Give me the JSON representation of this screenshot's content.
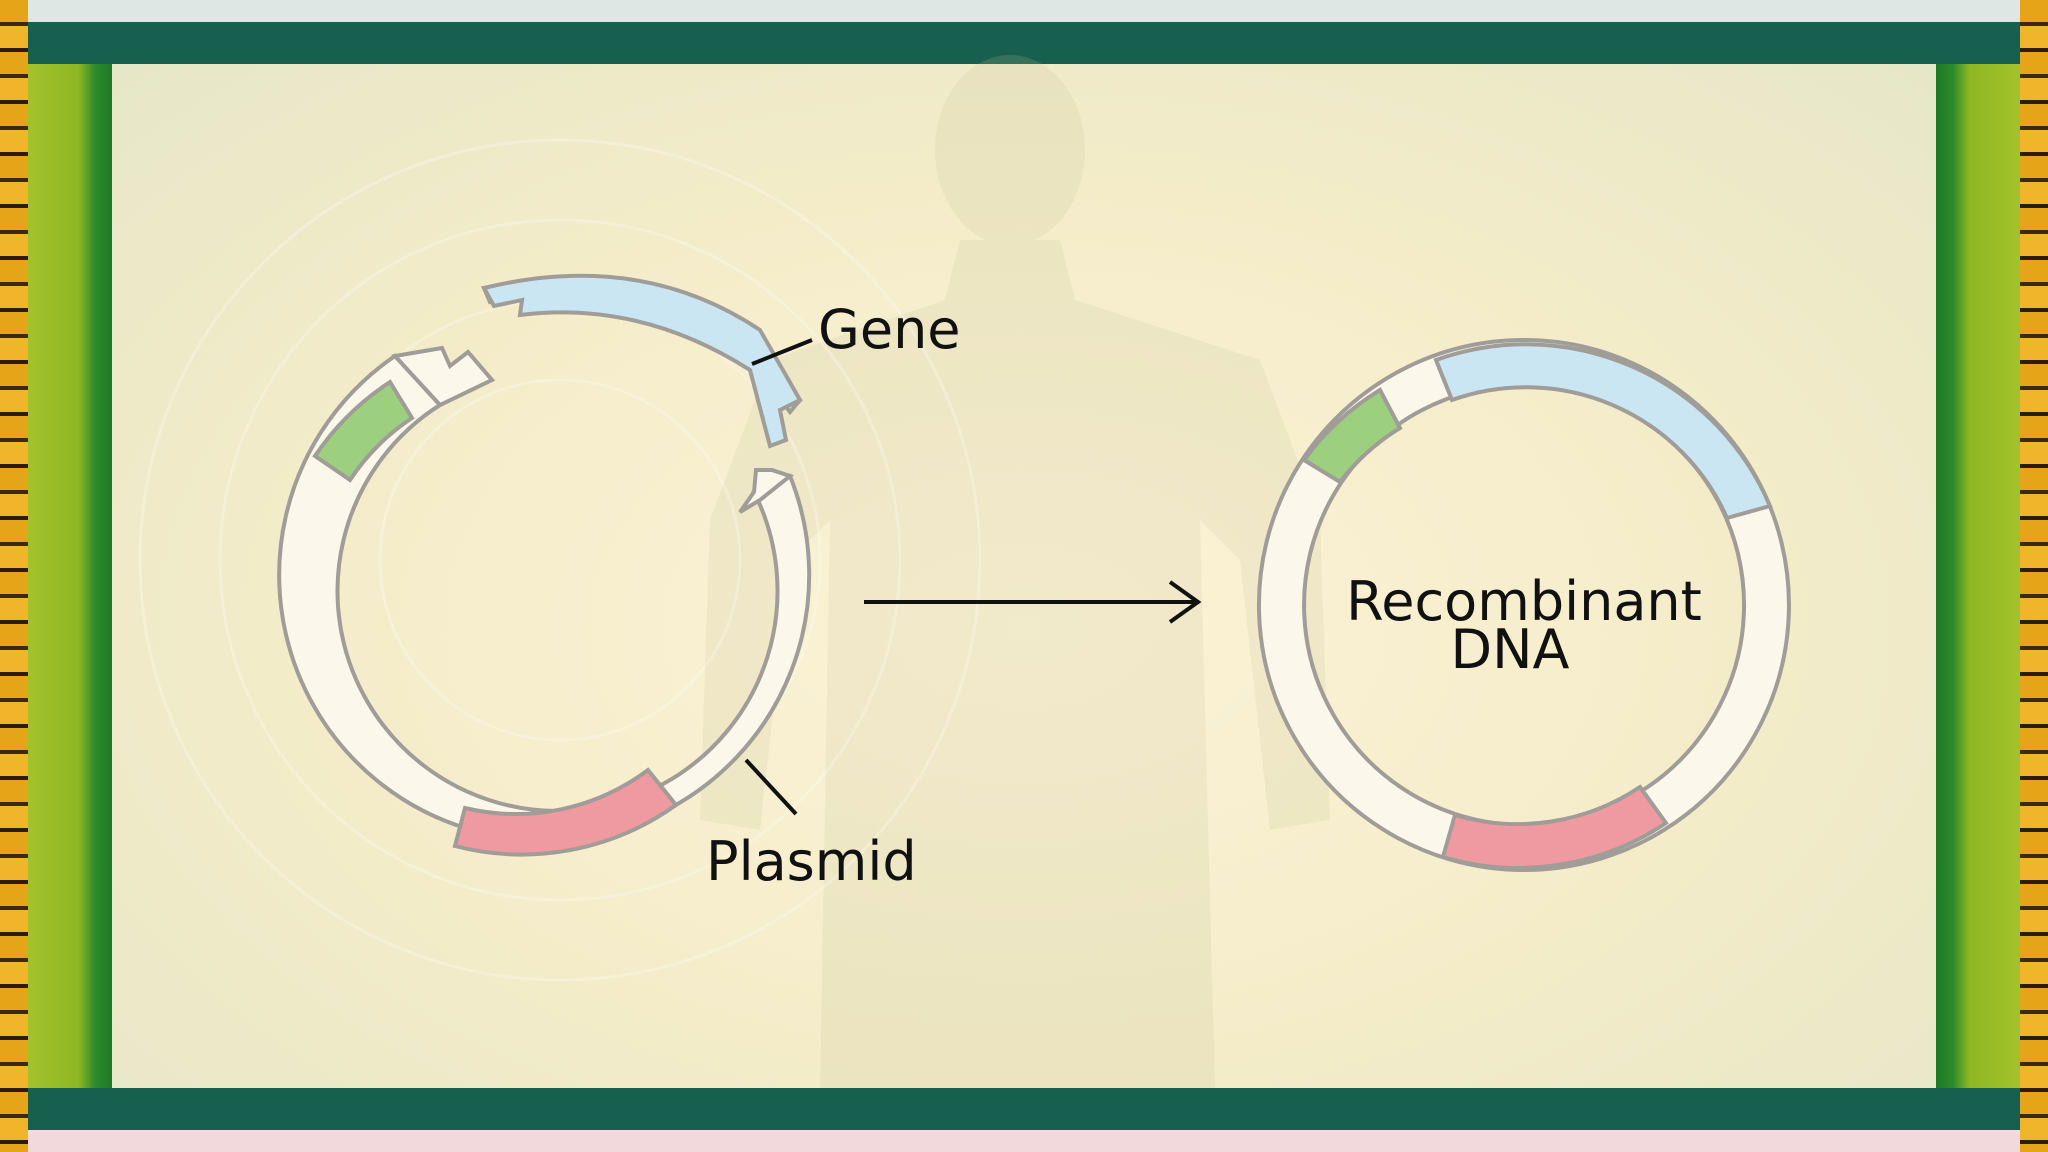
{
  "labels": {
    "gene": "Gene",
    "plasmid": "Plasmid",
    "recombinant_line1": "Recombinant",
    "recombinant_line2": "DNA"
  },
  "colors": {
    "frame": "#17604f",
    "ring_stroke": "#a09c98",
    "gene_segment": "#c9e6f2",
    "marker_segment": "#9ccf7e",
    "origin_segment": "#ef9aa1",
    "ring_fill": "#fbf7ea"
  }
}
